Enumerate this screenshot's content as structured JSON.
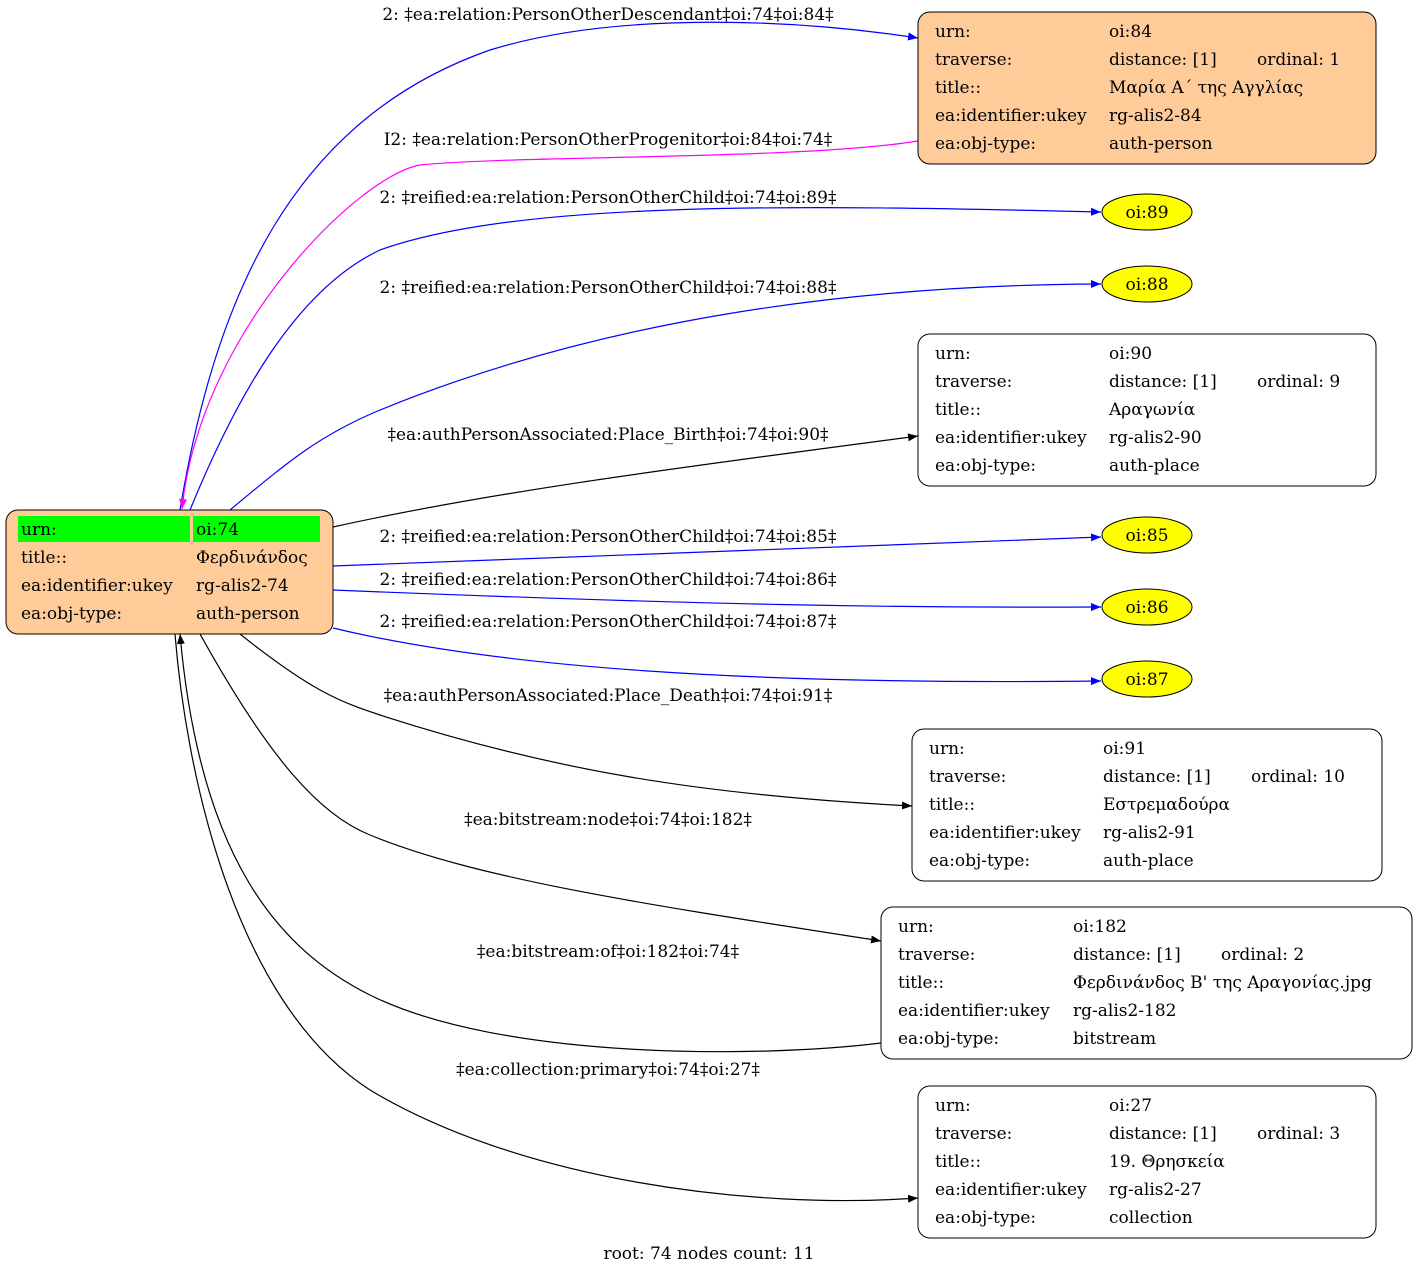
{
  "root": {
    "fill": "#ffcc99",
    "highlight": "#00ff00",
    "rows": [
      {
        "key": "urn:",
        "value": "oi:74"
      },
      {
        "key": "title::",
        "value": "Φερδινάνδος"
      },
      {
        "key": "ea:identifier:ukey",
        "value": "rg-alis2-74"
      },
      {
        "key": "ea:obj-type:",
        "value": "auth-person"
      }
    ]
  },
  "nodes": [
    {
      "id": "oi84",
      "fill": "#ffcc99",
      "rows": [
        {
          "key": "urn:",
          "value": "oi:84"
        },
        {
          "key": "traverse:",
          "value": "distance: [1]",
          "extra": "ordinal: 1"
        },
        {
          "key": "title::",
          "value": "Μαρία Α΄ της Αγγλίας"
        },
        {
          "key": "ea:identifier:ukey",
          "value": "rg-alis2-84"
        },
        {
          "key": "ea:obj-type:",
          "value": "auth-person"
        }
      ]
    },
    {
      "id": "oi90",
      "fill": "#ffffff",
      "rows": [
        {
          "key": "urn:",
          "value": "oi:90"
        },
        {
          "key": "traverse:",
          "value": "distance: [1]",
          "extra": "ordinal: 9"
        },
        {
          "key": "title::",
          "value": "Αραγωνία"
        },
        {
          "key": "ea:identifier:ukey",
          "value": "rg-alis2-90"
        },
        {
          "key": "ea:obj-type:",
          "value": "auth-place"
        }
      ]
    },
    {
      "id": "oi91",
      "fill": "#ffffff",
      "rows": [
        {
          "key": "urn:",
          "value": "oi:91"
        },
        {
          "key": "traverse:",
          "value": "distance: [1]",
          "extra": "ordinal: 10"
        },
        {
          "key": "title::",
          "value": "Εστρεμαδούρα"
        },
        {
          "key": "ea:identifier:ukey",
          "value": "rg-alis2-91"
        },
        {
          "key": "ea:obj-type:",
          "value": "auth-place"
        }
      ]
    },
    {
      "id": "oi182",
      "fill": "#ffffff",
      "rows": [
        {
          "key": "urn:",
          "value": "oi:182"
        },
        {
          "key": "traverse:",
          "value": "distance: [1]",
          "extra": "ordinal: 2"
        },
        {
          "key": "title::",
          "value": "Φερδινάνδος Β' της Αραγονίας.jpg"
        },
        {
          "key": "ea:identifier:ukey",
          "value": "rg-alis2-182"
        },
        {
          "key": "ea:obj-type:",
          "value": "bitstream"
        }
      ]
    },
    {
      "id": "oi27",
      "fill": "#ffffff",
      "rows": [
        {
          "key": "urn:",
          "value": "oi:27"
        },
        {
          "key": "traverse:",
          "value": "distance: [1]",
          "extra": "ordinal: 3"
        },
        {
          "key": "title::",
          "value": "19. Θρησκεία"
        },
        {
          "key": "ea:identifier:ukey",
          "value": "rg-alis2-27"
        },
        {
          "key": "ea:obj-type:",
          "value": "collection"
        }
      ]
    }
  ],
  "ellipses": [
    {
      "id": "oi89",
      "label": "oi:89",
      "fill": "#ffff00"
    },
    {
      "id": "oi88",
      "label": "oi:88",
      "fill": "#ffff00"
    },
    {
      "id": "oi85",
      "label": "oi:85",
      "fill": "#ffff00"
    },
    {
      "id": "oi86",
      "label": "oi:86",
      "fill": "#ffff00"
    },
    {
      "id": "oi87",
      "label": "oi:87",
      "fill": "#ffff00"
    }
  ],
  "edges": [
    {
      "id": "e84",
      "label": "2: ‡ea:relation:PersonOtherDescendant‡oi:74‡oi:84‡",
      "color": "#0000ff"
    },
    {
      "id": "e84r",
      "label": "I2: ‡ea:relation:PersonOtherProgenitor‡oi:84‡oi:74‡",
      "color": "#ff00ff"
    },
    {
      "id": "e89",
      "label": "2: ‡reified:ea:relation:PersonOtherChild‡oi:74‡oi:89‡",
      "color": "#0000ff"
    },
    {
      "id": "e88",
      "label": "2: ‡reified:ea:relation:PersonOtherChild‡oi:74‡oi:88‡",
      "color": "#0000ff"
    },
    {
      "id": "e90",
      "label": "‡ea:authPersonAssociated:Place_Birth‡oi:74‡oi:90‡",
      "color": "#000000"
    },
    {
      "id": "e85",
      "label": "2: ‡reified:ea:relation:PersonOtherChild‡oi:74‡oi:85‡",
      "color": "#0000ff"
    },
    {
      "id": "e86",
      "label": "2: ‡reified:ea:relation:PersonOtherChild‡oi:74‡oi:86‡",
      "color": "#0000ff"
    },
    {
      "id": "e87",
      "label": "2: ‡reified:ea:relation:PersonOtherChild‡oi:74‡oi:87‡",
      "color": "#0000ff"
    },
    {
      "id": "e91",
      "label": "‡ea:authPersonAssociated:Place_Death‡oi:74‡oi:91‡",
      "color": "#000000"
    },
    {
      "id": "e182",
      "label": "‡ea:bitstream:node‡oi:74‡oi:182‡",
      "color": "#000000"
    },
    {
      "id": "e182r",
      "label": "‡ea:bitstream:of‡oi:182‡oi:74‡",
      "color": "#000000"
    },
    {
      "id": "e27",
      "label": "‡ea:collection:primary‡oi:74‡oi:27‡",
      "color": "#000000"
    }
  ],
  "footer": "root: 74 nodes count: 11"
}
